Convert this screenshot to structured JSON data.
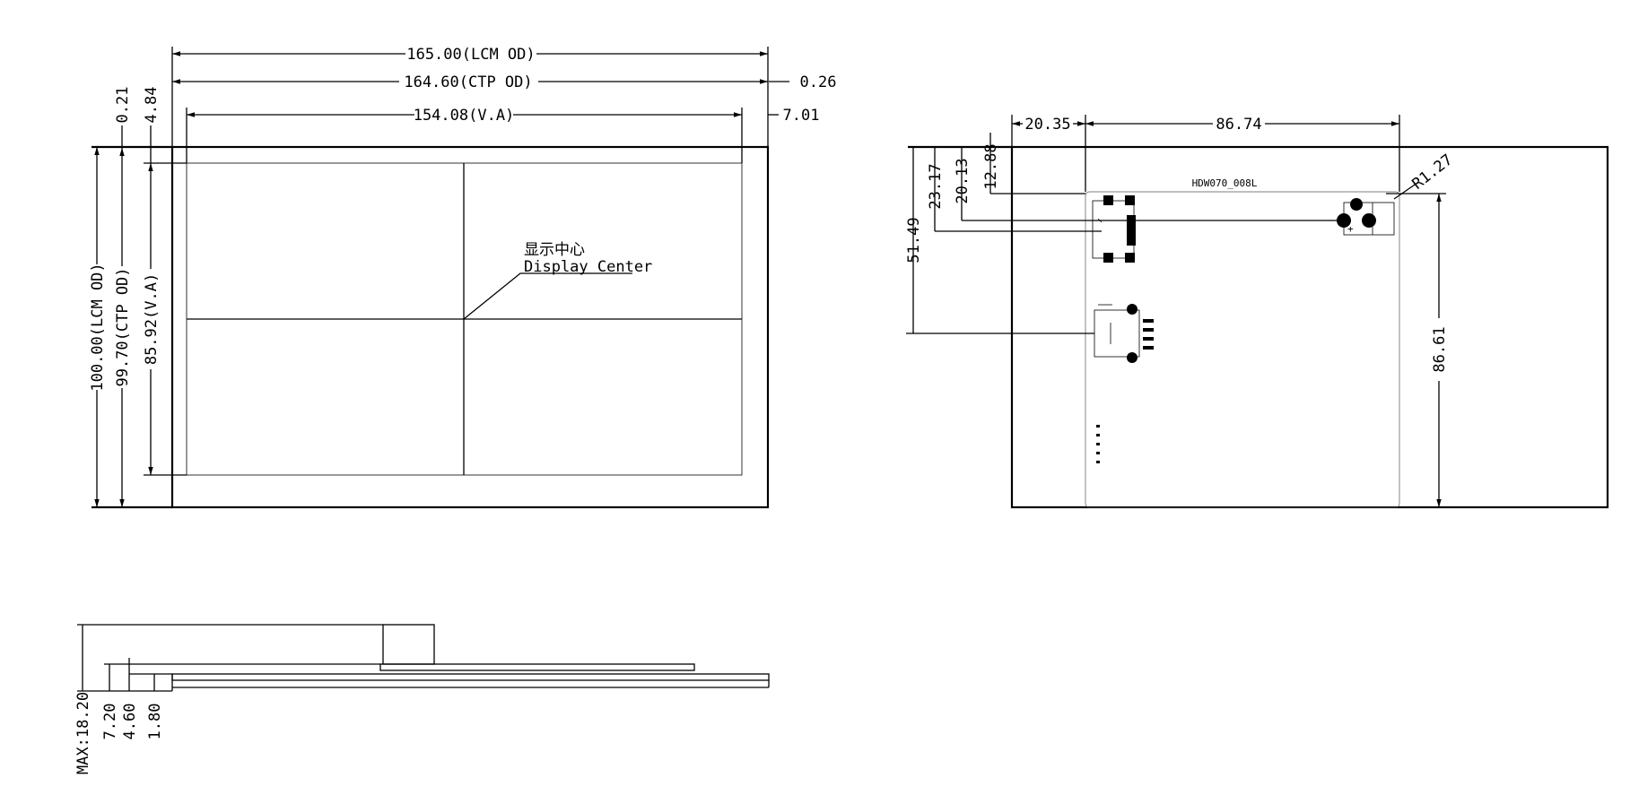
{
  "front_view": {
    "lcm_od_width": "165.00(LCM OD)",
    "ctp_od_width": "164.60(CTP  OD)",
    "va_width": "154.08(V.A)",
    "right_offset_ctp": "0.26",
    "right_offset_va": "7.01",
    "top_offset_ctp": "0.21",
    "top_offset_va": "4.84",
    "lcm_od_height": "100.00(LCM OD)",
    "ctp_od_height": "99.70(CTP  OD)",
    "va_height": "85.92(V.A)",
    "center_label_cn": "显示中心",
    "center_label_en": "Display Center"
  },
  "rear_view": {
    "left_offset": "20.35",
    "pcb_width": "86.74",
    "dim_23_17": "23.17",
    "dim_20_13": "20.13",
    "dim_12_88": "12.88",
    "dim_51_49": "51.49",
    "pcb_height": "86.61",
    "radius": "R1.27",
    "board_label": "HDW070_008L"
  },
  "side_view": {
    "max_thickness": "MAX:18.20",
    "dim_7_20": "7.20",
    "dim_4_60": "4.60",
    "dim_1_80": "1.80"
  }
}
